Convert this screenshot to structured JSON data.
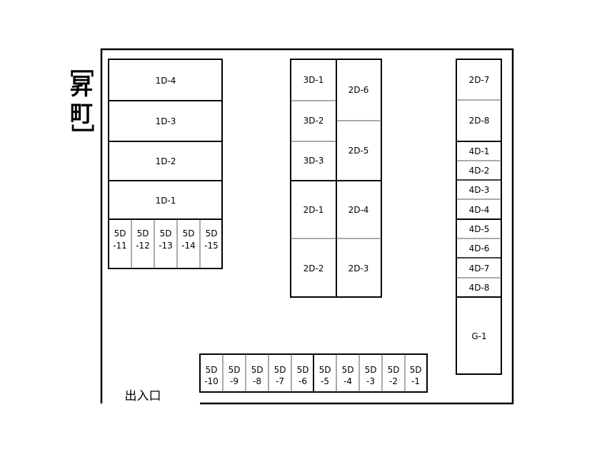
{
  "location": {
    "bracket_open": "［",
    "name_char_1": "昇",
    "name_char_2": "町",
    "bracket_close": "］"
  },
  "entrance_label": "出入口",
  "colors": {
    "line": "#000000",
    "thin_line": "#555555",
    "background": "#ffffff"
  },
  "block_a": {
    "large_spaces": [
      "1D-4",
      "1D-3",
      "1D-2",
      "1D-1"
    ],
    "small_spaces": [
      {
        "top": "5D",
        "bottom": "-11"
      },
      {
        "top": "5D",
        "bottom": "-12"
      },
      {
        "top": "5D",
        "bottom": "-13"
      },
      {
        "top": "5D",
        "bottom": "-14"
      },
      {
        "top": "5D",
        "bottom": "-15"
      }
    ]
  },
  "block_b": {
    "left_upper": [
      "3D-1",
      "3D-2",
      "3D-3"
    ],
    "right_upper": [
      "2D-6",
      "2D-5"
    ],
    "left_lower": [
      "2D-1",
      "2D-2"
    ],
    "right_lower": [
      "2D-4",
      "2D-3"
    ]
  },
  "block_c": {
    "upper": [
      "2D-7",
      "2D-8"
    ],
    "group1": [
      "4D-1",
      "4D-2",
      "4D-3",
      "4D-4"
    ],
    "group2": [
      "4D-5",
      "4D-6",
      "4D-7",
      "4D-8"
    ],
    "garage": "G-1"
  },
  "block_d": {
    "spaces": [
      {
        "top": "5D",
        "bottom": "-10"
      },
      {
        "top": "5D",
        "bottom": "-9"
      },
      {
        "top": "5D",
        "bottom": "-8"
      },
      {
        "top": "5D",
        "bottom": "-7"
      },
      {
        "top": "5D",
        "bottom": "-6"
      },
      {
        "top": "5D",
        "bottom": "-5"
      },
      {
        "top": "5D",
        "bottom": "-4"
      },
      {
        "top": "5D",
        "bottom": "-3"
      },
      {
        "top": "5D",
        "bottom": "-2"
      },
      {
        "top": "5D",
        "bottom": "-1"
      }
    ]
  }
}
